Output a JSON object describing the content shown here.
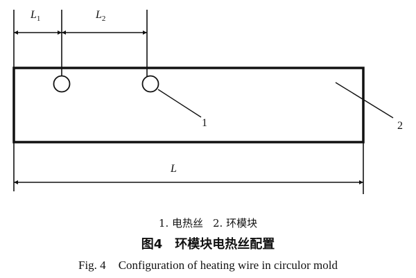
{
  "diagram": {
    "dimensions": {
      "l1": {
        "base": "L",
        "sub": "1"
      },
      "l2": {
        "base": "L",
        "sub": "2"
      },
      "total": "L"
    },
    "callouts": {
      "wire": "1",
      "mold": "2"
    }
  },
  "legend": {
    "item1": "1. 电热丝",
    "item2": "2. 环模块"
  },
  "caption": {
    "cn_number": "图4",
    "cn_title": "环模块电热丝配置",
    "en_number": "Fig. 4",
    "en_title": "Configuration of heating wire in circulor mold"
  },
  "colors": {
    "line": "#111111",
    "background": "#ffffff"
  }
}
